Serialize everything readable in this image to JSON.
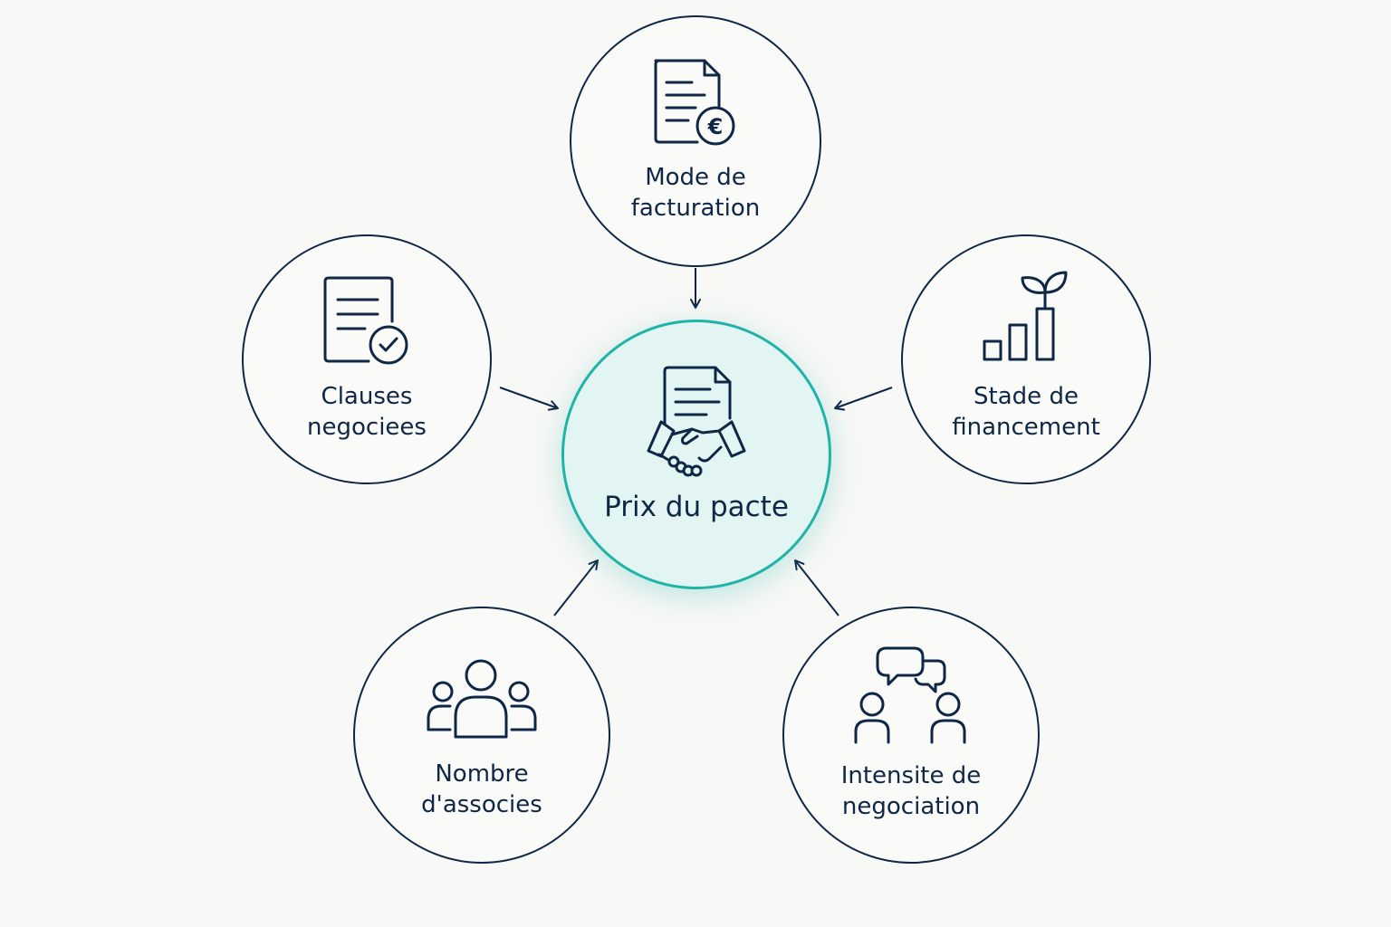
{
  "colors": {
    "stroke": "#0f2746",
    "accent": "#20b3a7",
    "center_fill": "#e2f5f2",
    "background": "#f8f8f6"
  },
  "center": {
    "label": "Prix du pacte",
    "icon": "contract-handshake-icon"
  },
  "factors": [
    {
      "label": "Mode de\nfacturation",
      "icon": "invoice-euro-icon"
    },
    {
      "label": "Clauses\nnegociees",
      "icon": "document-check-icon"
    },
    {
      "label": "Stade de\nfinancement",
      "icon": "growth-chart-plant-icon"
    },
    {
      "label": "Nombre\nd'associes",
      "icon": "people-group-icon"
    },
    {
      "label": "Intensite de\nnegociation",
      "icon": "conversation-people-icon"
    }
  ]
}
